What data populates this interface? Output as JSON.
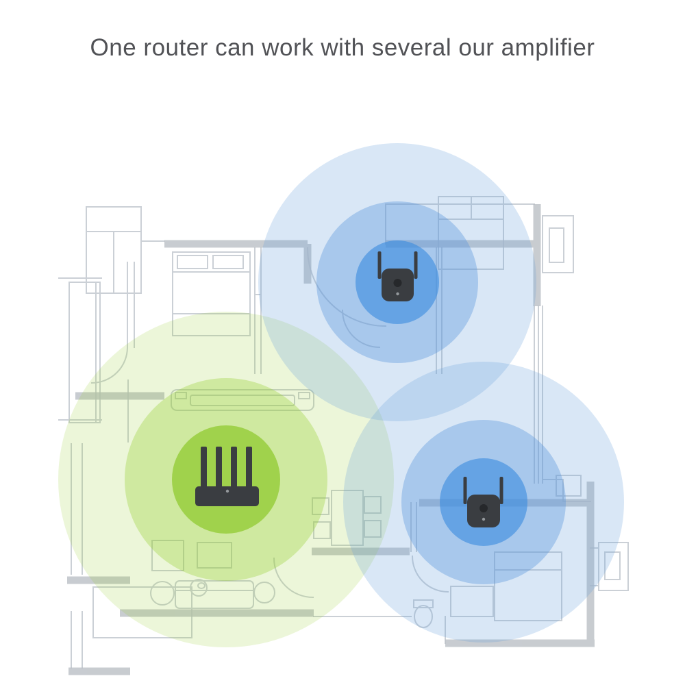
{
  "title": "One router can work with several our amplifier",
  "colors": {
    "title_text": "#515256",
    "background": "#ffffff",
    "device_body": "#3a3d41",
    "device_detail_dark": "#26282b",
    "device_detail_light": "#94989c",
    "floorplan_line": "#cbd0d6",
    "floorplan_wall": "#b9bec4",
    "green_outer": "rgba(150,205,45,0.18)",
    "green_mid": "rgba(150,205,45,0.33)",
    "green_inner": "rgba(130,195,25,0.62)",
    "blue_outer": "rgba(105,160,218,0.25)",
    "blue_mid": "rgba(90,150,220,0.38)",
    "blue_inner": "rgba(60,140,222,0.62)"
  },
  "devices": [
    {
      "name": "router",
      "icon": "router-icon",
      "coverage": "green"
    },
    {
      "name": "amplifier-top",
      "icon": "wifi-amplifier-icon",
      "coverage": "blue"
    },
    {
      "name": "amplifier-bottom-right",
      "icon": "wifi-amplifier-icon",
      "coverage": "blue"
    }
  ]
}
